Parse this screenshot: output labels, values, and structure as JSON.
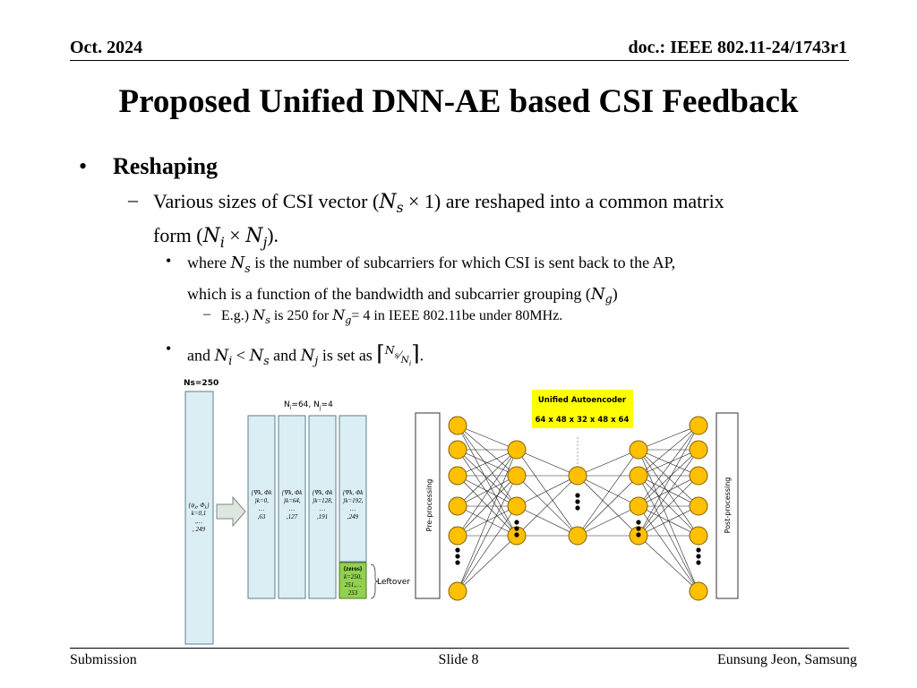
{
  "header": {
    "date": "Oct. 2024",
    "doc": "doc.: IEEE 802.11-24/1743r1"
  },
  "title": "Proposed Unified DNN-AE based CSI Feedback",
  "bullets": {
    "level1": "Reshaping",
    "level2_a": "Various sizes of CSI vector (",
    "level2_b": " × 1) are reshaped into a common matrix",
    "level2_c": "form (",
    "level2_d": " × ",
    "level2_e": ").",
    "level3_where_a": "where ",
    "level3_where_b": " is the number of subcarriers for which CSI is sent back to the AP,",
    "level3_where_c": "which is a function of the bandwidth and subcarrier grouping (",
    "level3_where_d": ")",
    "level4_a": "E.g.) ",
    "level4_b": " is 250 for ",
    "level4_c": "= 4 in IEEE 802.11be under 80MHz.",
    "level3_and_a": "and ",
    "level3_and_b": " < ",
    "level3_and_c": " and ",
    "level3_and_d": " is set as ",
    "level3_and_e": "."
  },
  "symbols": {
    "N": "N",
    "s": "s",
    "i": "i",
    "j": "j",
    "g": "g",
    "bullet": "•",
    "dash": "–",
    "lceil": "⌈",
    "rceil": "⌉",
    "slash": "⁄"
  },
  "diagram": {
    "ns_label": "Ns=250",
    "ni_nj_label": "N",
    "ni_nj_sub_i": "i",
    "ni_nj_mid": "=64, N",
    "ni_nj_sub_j": "j",
    "ni_nj_end": "=4",
    "vector_text": [
      "{ψ",
      "k",
      ", Φ",
      "k",
      "}",
      "k=0,1",
      ",…",
      ", 249"
    ],
    "columns": [
      [
        "{Ψk, Φk",
        "}k=0,",
        "…",
        ",63"
      ],
      [
        "{Ψk, Φk",
        "}k=64,",
        "…",
        ",127"
      ],
      [
        "{Ψk, Φk",
        "}k=128,",
        "…",
        ",191"
      ],
      [
        "{Ψk, Φk",
        "}k=192,",
        "…",
        ",249"
      ]
    ],
    "zeros": [
      "{zeros}",
      "k=250,",
      "251,…",
      "253"
    ],
    "leftover": "Leftover",
    "ae_title": "Unified Autoencoder",
    "ae_dims": "64 x 48 x 32 x 48 x 64",
    "pre": "Pre-processing",
    "post": "Post-processing",
    "colors": {
      "node": "#ffc000",
      "ae_box": "#ffff00",
      "column": "#dbeef4",
      "zeros": "#92d050"
    }
  },
  "footer": {
    "left": "Submission",
    "center": "Slide 8",
    "right": "Eunsung Jeon, Samsung"
  }
}
